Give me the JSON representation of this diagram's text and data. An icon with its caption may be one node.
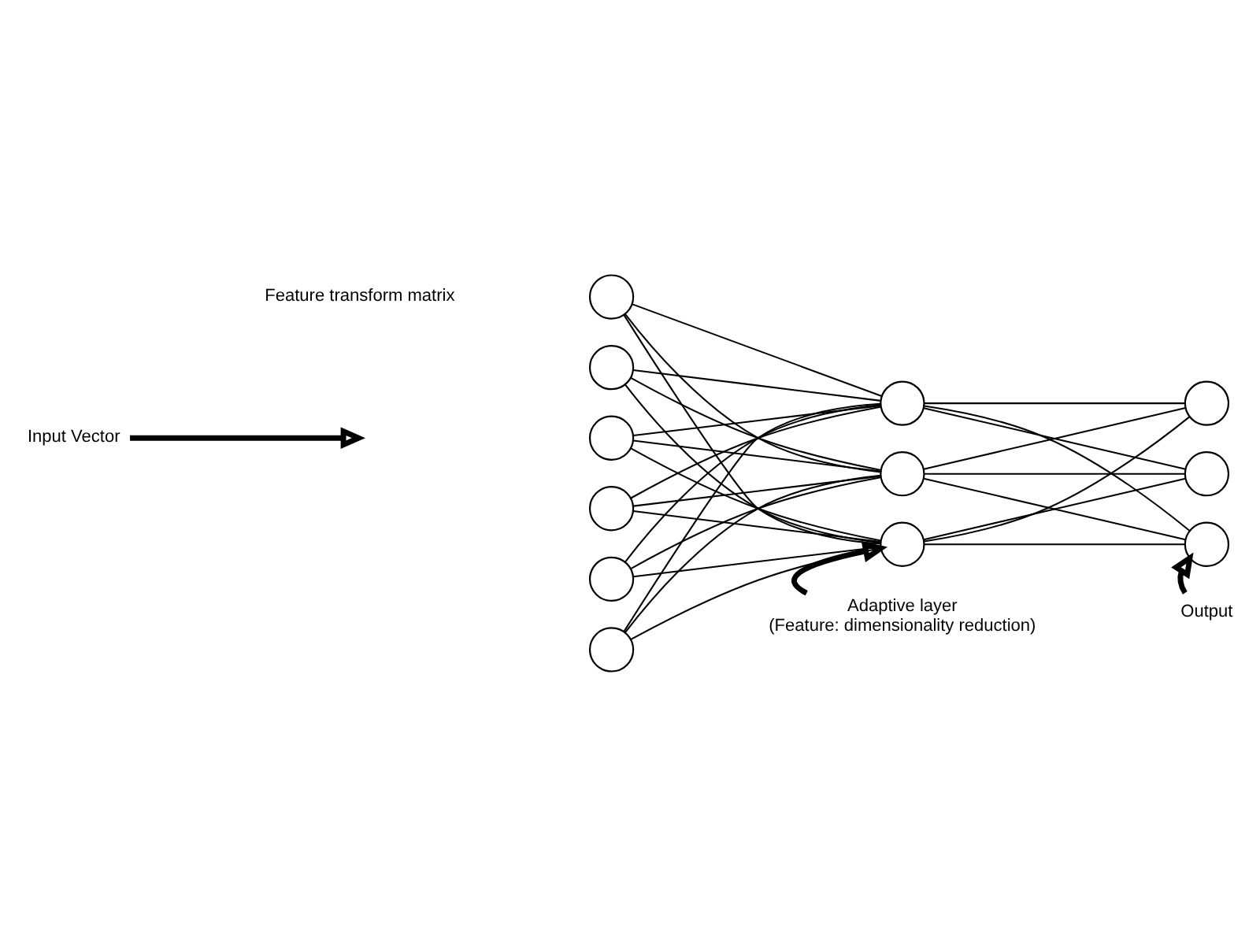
{
  "diagram": {
    "nodes": [
      {
        "text": [],
        "shape": "circle"
      },
      {
        "text": [],
        "shape": "circle"
      },
      {
        "text": [],
        "shape": "circle"
      },
      {
        "text": [],
        "shape": "circle"
      },
      {
        "text": [],
        "shape": "circle"
      },
      {
        "text": [],
        "shape": "circle"
      },
      {
        "text": [],
        "shape": "circle"
      },
      {
        "text": [],
        "shape": "circle"
      },
      {
        "text": [],
        "shape": "circle"
      },
      {
        "text": [],
        "shape": "circle"
      },
      {
        "text": [],
        "shape": "circle"
      },
      {
        "text": [],
        "shape": "circle"
      },
      {
        "text": [
          "Input Vector"
        ]
      },
      {
        "text": [
          "Adaptive layer",
          "(Feature: dimensionality reduction)"
        ]
      },
      {
        "text": [
          "Output"
        ]
      }
    ],
    "edges": [
      {
        "from": 0,
        "to": 6,
        "arrow": "none"
      },
      {
        "from": 0,
        "to": 7,
        "arrow": "none"
      },
      {
        "from": 0,
        "to": 8,
        "arrow": "none"
      },
      {
        "from": 1,
        "to": 6,
        "arrow": "none"
      },
      {
        "from": 1,
        "to": 7,
        "arrow": "none"
      },
      {
        "from": 1,
        "to": 8,
        "arrow": "none"
      },
      {
        "from": 2,
        "to": 6,
        "arrow": "none"
      },
      {
        "from": 2,
        "to": 7,
        "arrow": "none"
      },
      {
        "from": 2,
        "to": 8,
        "arrow": "none"
      },
      {
        "from": 3,
        "to": 6,
        "arrow": "none"
      },
      {
        "from": 3,
        "to": 7,
        "arrow": "none"
      },
      {
        "from": 3,
        "to": 8,
        "arrow": "none"
      },
      {
        "from": 4,
        "to": 6,
        "arrow": "none"
      },
      {
        "from": 4,
        "to": 7,
        "arrow": "none"
      },
      {
        "from": 4,
        "to": 8,
        "arrow": "none"
      },
      {
        "from": 5,
        "to": 6,
        "arrow": "none"
      },
      {
        "from": 5,
        "to": 7,
        "arrow": "none"
      },
      {
        "from": 5,
        "to": 8,
        "arrow": "none"
      },
      {
        "from": 6,
        "to": 9,
        "arrow": "none"
      },
      {
        "from": 6,
        "to": 10,
        "arrow": "none"
      },
      {
        "from": 6,
        "to": 11,
        "arrow": "none"
      },
      {
        "from": 7,
        "to": 9,
        "arrow": "none"
      },
      {
        "from": 7,
        "to": 10,
        "arrow": "none"
      },
      {
        "from": 7,
        "to": 11,
        "arrow": "none"
      },
      {
        "from": 8,
        "to": 9,
        "arrow": "none"
      },
      {
        "from": 8,
        "to": 10,
        "arrow": "none"
      },
      {
        "from": 8,
        "to": 11,
        "arrow": "none"
      },
      {
        "from": 12,
        "to": null,
        "arrow": "to",
        "style": "thick"
      },
      {
        "from": 13,
        "to": 8,
        "arrow": "to",
        "style": "thick"
      },
      {
        "from": 14,
        "to": 11,
        "arrow": "to",
        "style": "thick"
      }
    ],
    "labels": [
      "Feature transform matrix"
    ]
  }
}
